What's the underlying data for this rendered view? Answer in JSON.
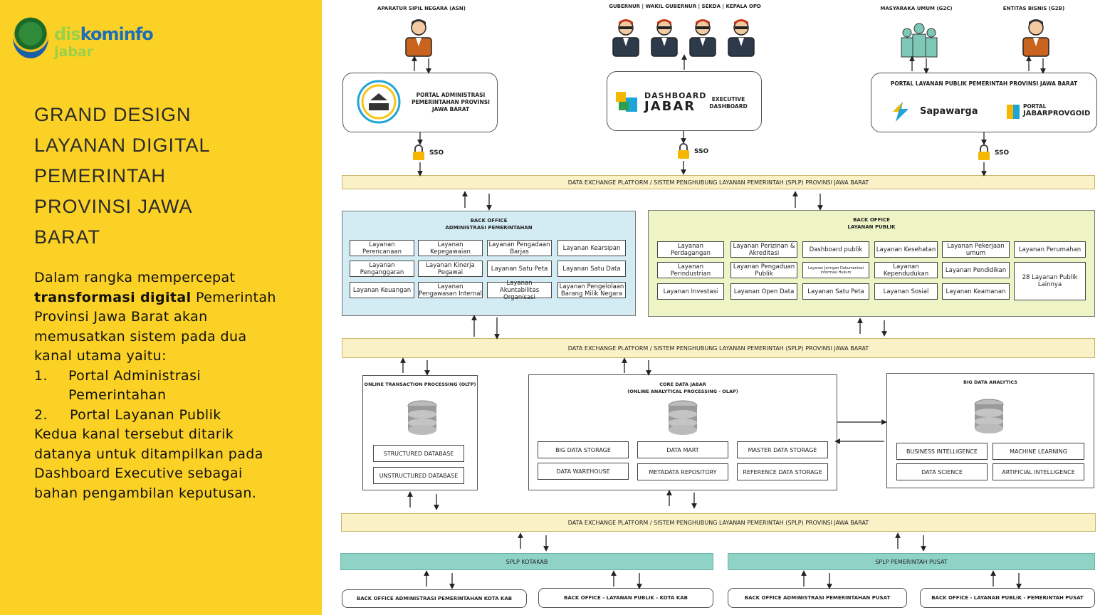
{
  "logo": {
    "dis": "dis",
    "kominfo": "kominfo",
    "region": "jabar"
  },
  "title": [
    "GRAND DESIGN",
    "LAYANAN DIGITAL",
    "PEMERINTAH",
    "PROVINSI JAWA",
    "BARAT"
  ],
  "intro": {
    "before_bold": "Dalam rangka mempercepat ",
    "bold": "transformasi digital",
    "after_bold": " Pemerintah Provinsi Jawa Barat akan memusatkan sistem pada dua kanal utama yaitu:",
    "items": [
      {
        "num": "1.",
        "text": "Portal Administrasi Pemerintahan"
      },
      {
        "num": "2.",
        "text": "Portal Layanan Publik"
      }
    ],
    "closing": "Kedua kanal tersebut ditarik datanya  untuk ditampilkan pada Dashboard Executive sebagai bahan pengambilan keputusan."
  },
  "actors": {
    "asn": "APARATUR SIPIL NEGARA (ASN)",
    "exec": "GUBERNUR | WAKIL GUBERNUR | SEKDA | KEPALA OPD",
    "g2c": "MASYARAKA UMUM (G2C)",
    "g2b": "ENTITAS BISNIS (G2B)"
  },
  "portals": {
    "admin": "PORTAL ADMINISTRASI PEMERINTAHAN PROVINSI JAWA BARAT",
    "dashboard_top": "DASHBOARD",
    "dashboard_bottom": "JABAR",
    "dashboard_exec": "EXECUTIVE DASHBOARD",
    "public_title": "PORTAL LAYANAN  PUBLIK PEMERINTAH PROVINSI JAWA BARAT",
    "sapawarga": "Sapawarga",
    "jabar_portal_top": "PORTAL",
    "jabar_portal_bottom": "JABARPROVGOID"
  },
  "sso": "SSO",
  "exchange": "DATA EXCHANGE PLATFORM / SISTEM PENGHUBUNG LAYANAN PEMERINTAH (SPLP) PROVINSI JAWA BARAT",
  "bo_admin": {
    "title": "BACK OFFICE\nADMINISTRASI PEMERINTAHAN",
    "items": [
      "Layanan Perencanaan",
      "Layanan Kepegawaian",
      "Layanan Pengadaan Barjas",
      "Layanan Kearsipan",
      "Layanan Penganggaran",
      "Layanan Kinerja Pegawai",
      "Layanan Satu Peta",
      "Layanan Satu Data",
      "Layanan Keuangan",
      "Layanan Pengawasan Internal",
      "Layanan Akuntabilitas Organisasi",
      "Layanan Pengelolaan Barang Milik Negara"
    ]
  },
  "bo_public": {
    "title": "BACK OFFICE\nLAYANAN PUBLIK",
    "items": [
      "Layanan Perdagangan",
      "Layanan Perizinan & Akreditasi",
      "Dashboard publik",
      "Layanan Kesehatan",
      "Layanan Pekerjaan umum",
      "Layanan Perumahan",
      "Layanan Perindustrian",
      "Layanan Pengaduan Publik",
      "Layanan Jaringan Dokumentasi Informasi Hukum",
      "Layanan Kependudukan",
      "Layanan Pendidikan",
      "28 Layanan Publik Lainnya",
      "Layanan Investasi",
      "Layanan Open Data",
      "Layanan Satu Peta",
      "Layanan Sosial",
      "Layanan Keamanan"
    ]
  },
  "oltp": {
    "title": "ONLINE TRANSACTION PROCESSING (OLTP)",
    "items": [
      "STRUCTURED DATABASE",
      "UNSTRUCTURED DATABASE"
    ]
  },
  "core": {
    "title": "CORE DATA JABAR\n(ONLINE ANALYTICAL PROCESSING - OLAP)",
    "items": [
      "BIG DATA STORAGE",
      "DATA MART",
      "MASTER DATA STORAGE",
      "DATA WAREHOUSE",
      "METADATA REPOSITORY",
      "REFERENCE DATA STORAGE"
    ]
  },
  "bda": {
    "title": "BIG DATA ANALYTICS",
    "items": [
      "BUSINESS INTELLIGENCE",
      "MACHINE LEARNING",
      "DATA SCIENCE",
      "ARTIFICIAL INTELLIGENCE"
    ]
  },
  "splp": {
    "kotakab": "SPLP KOTAKAB",
    "pusat": "SPLP PEMERINTAH PUSAT"
  },
  "bottom": [
    "BACK OFFICE  ADMINISTRASI PEMERINTAHAN KOTA KAB",
    "BACK OFFICE  - LAYANAN PUBLIK - KOTA KAB",
    "BACK OFFICE  ADMINISTRASI PEMERINTAHAN PUSAT",
    "BACK OFFICE  - LAYANAN PUBLIK - PEMERINTAH PUSAT"
  ],
  "colors": {
    "yellow": "#fbd125",
    "band": "#fbf1c7",
    "bo_admin": "#d3ecf4",
    "bo_public": "#eef4c6",
    "teal": "#8fd3c6"
  }
}
